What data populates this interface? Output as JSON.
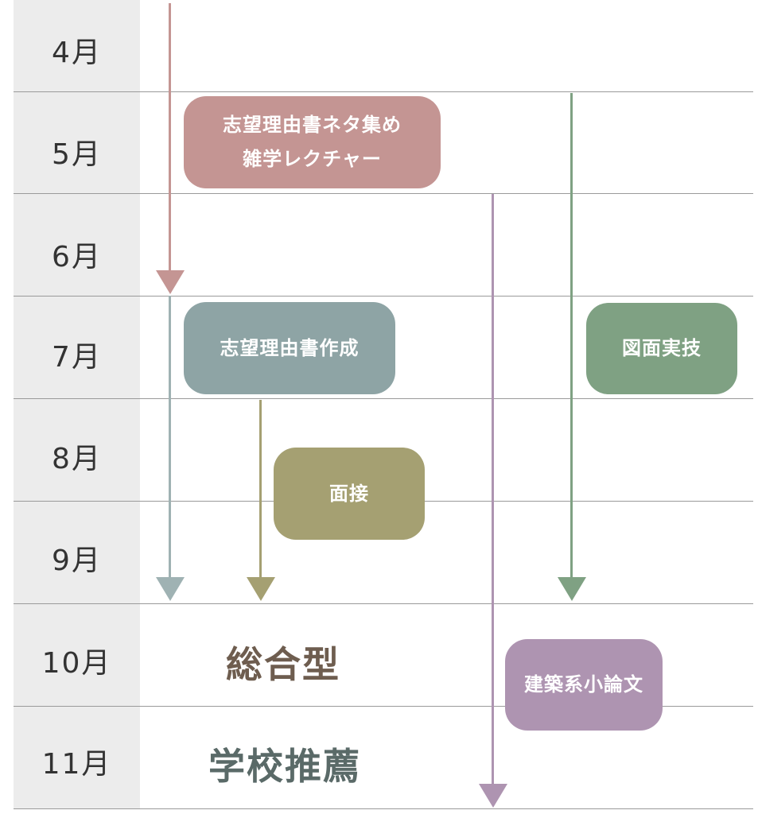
{
  "months": [
    "4月",
    "5月",
    "6月",
    "7月",
    "8月",
    "9月",
    "10月",
    "11月"
  ],
  "boxes": {
    "neta": {
      "line1": "志望理由書ネタ集め",
      "line2": "雑学レクチャー",
      "color": "#c49593"
    },
    "sakusei": {
      "label": "志望理由書作成",
      "color": "#8ea4a5"
    },
    "mensetsu": {
      "label": "面接",
      "color": "#a5a072"
    },
    "zumen": {
      "label": "図面実技",
      "color": "#7fa183"
    },
    "shoronbun": {
      "label": "建築系小論文",
      "color": "#ae94b1"
    }
  },
  "categories": {
    "sogo": {
      "label": "総合型",
      "color": "#6e5d4f"
    },
    "suisen": {
      "label": "学校推薦",
      "color": "#5a6a68"
    }
  },
  "arrow_colors": {
    "pink": "#c49593",
    "teal": "#9fb2b3",
    "olive": "#a5a072",
    "green": "#7fa183",
    "purple": "#ae94b1"
  },
  "grid_color": "#9a9a9a",
  "month_column_color": "#ececec"
}
